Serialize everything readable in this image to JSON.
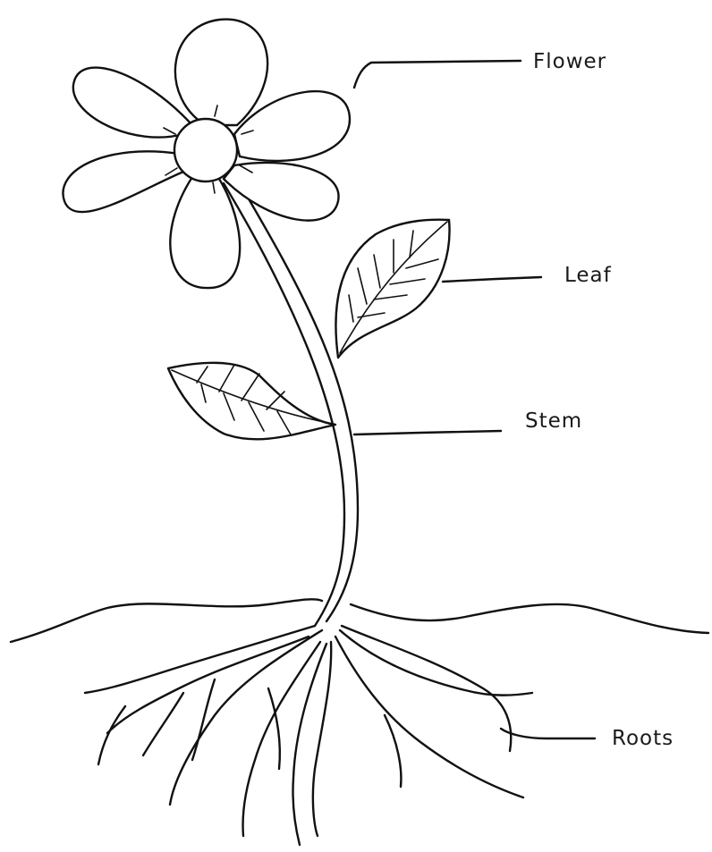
{
  "labels": {
    "flower": "Flower",
    "leaf": "Leaf",
    "stem": "Stem",
    "roots": "Roots"
  },
  "colors": {
    "ink": "#111111",
    "background": "#ffffff"
  }
}
